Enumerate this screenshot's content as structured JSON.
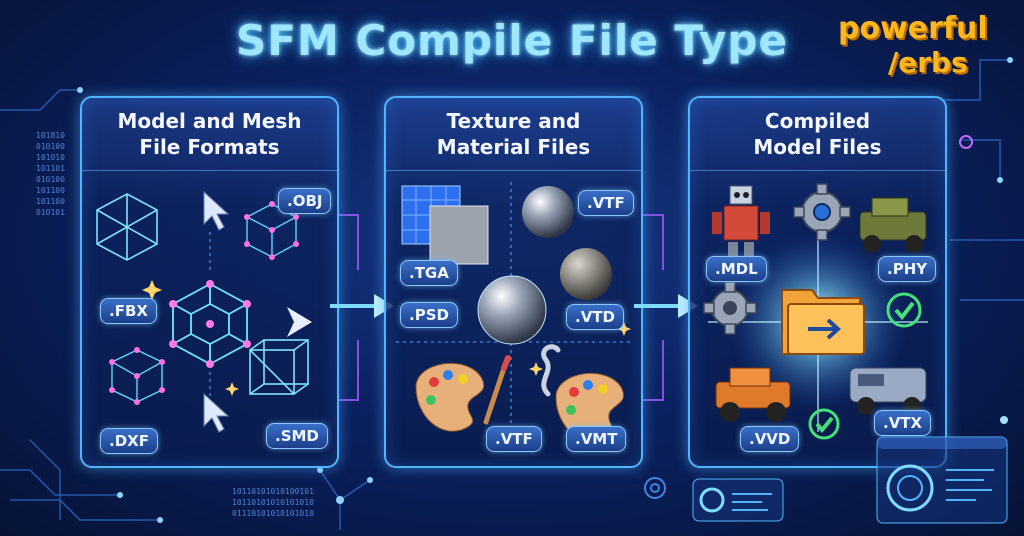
{
  "title": "SFM Compile File Type",
  "logo": {
    "line1": "powerful",
    "line2": "/erbs"
  },
  "colors": {
    "accent": "#9fe7ff",
    "panel_border": "#4fb5ff",
    "logo": "#ffb81c",
    "check": "#44e07a"
  },
  "panels": [
    {
      "heading": "Model and Mesh\nFile Formats",
      "badges": [
        ".OBJ",
        ".FBX",
        ".DXF",
        ".SMD"
      ],
      "icons": [
        "wireframe-icosahedron-icon",
        "cursor-icon",
        "node-cube-icon",
        "node-hexagon-icon",
        "arrow-pointer-icon",
        "node-cube-small-icon",
        "wireframe-cube-icon",
        "cursor-icon"
      ]
    },
    {
      "heading": "Texture and\nMaterial Files",
      "badges": [
        ".TGA",
        ".VTF",
        ".PSD",
        ".VTD",
        ".VTF",
        ".VMT"
      ],
      "icons": [
        "texture-tiles-icon",
        "chrome-sphere-icon",
        "stone-sphere-icon",
        "metal-sphere-icon",
        "paint-palette-icon",
        "paint-brush-icon",
        "smoke-icon"
      ]
    },
    {
      "heading": "Compiled\nModel Files",
      "badges": [
        ".MDL",
        ".PHY",
        ".VVD",
        ".VTX"
      ],
      "icons": [
        "robot-icon",
        "gear-icon",
        "jeep-icon",
        "folder-arrow-icon",
        "check-icon",
        "offroad-truck-icon",
        "van-icon"
      ]
    }
  ],
  "decor": {
    "binary_left": [
      "101810",
      "010100",
      "101010",
      "101101",
      "010100",
      "101100",
      "101100",
      "010101"
    ],
    "binary_bottom": [
      "10110101010100101",
      "10110101010101010",
      "01110101010101010"
    ]
  }
}
